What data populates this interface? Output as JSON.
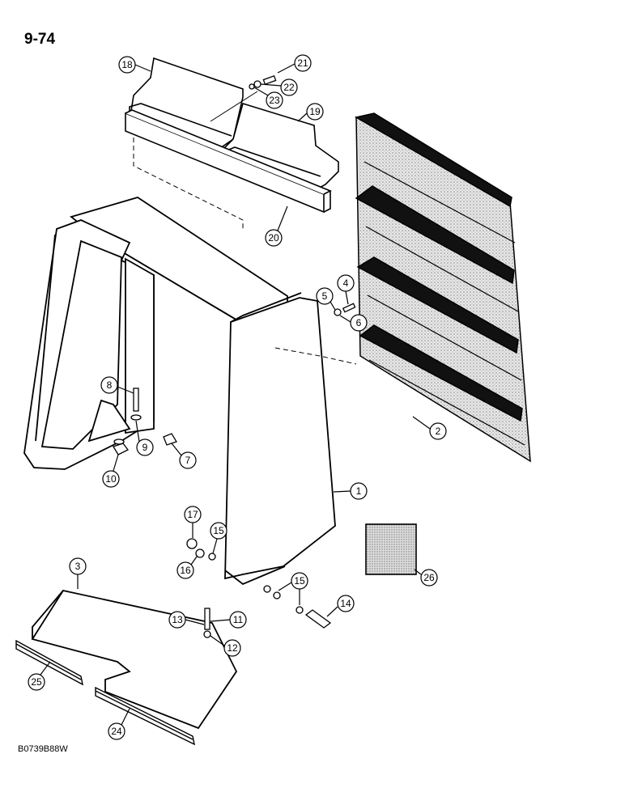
{
  "page_number": "9-74",
  "drawing_code": "B0739B88W",
  "callouts": [
    "1",
    "2",
    "3",
    "4",
    "5",
    "6",
    "7",
    "8",
    "9",
    "10",
    "11",
    "12",
    "13",
    "14",
    "15",
    "15",
    "16",
    "17",
    "18",
    "19",
    "20",
    "21",
    "22",
    "23",
    "24",
    "25",
    "26"
  ]
}
